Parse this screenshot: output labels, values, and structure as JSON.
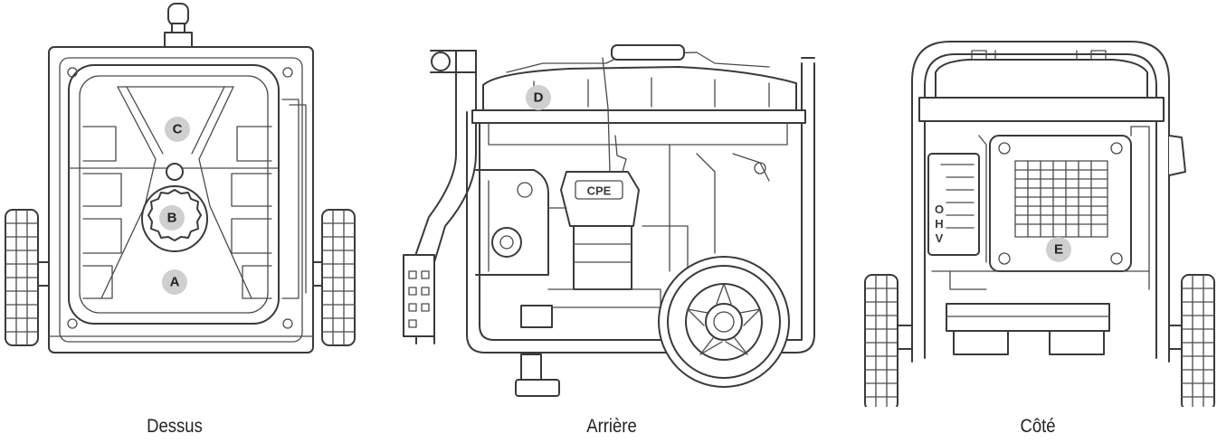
{
  "views": [
    {
      "id": "top",
      "caption": "Dessus"
    },
    {
      "id": "rear",
      "caption": "Arrière"
    },
    {
      "id": "side",
      "caption": "Côté"
    }
  ],
  "callouts": {
    "A": "A",
    "B": "B",
    "C": "C",
    "D": "D",
    "E": "E"
  },
  "engine_cover_text": "CPE",
  "ohv_letters": [
    "O",
    "H",
    "V"
  ]
}
